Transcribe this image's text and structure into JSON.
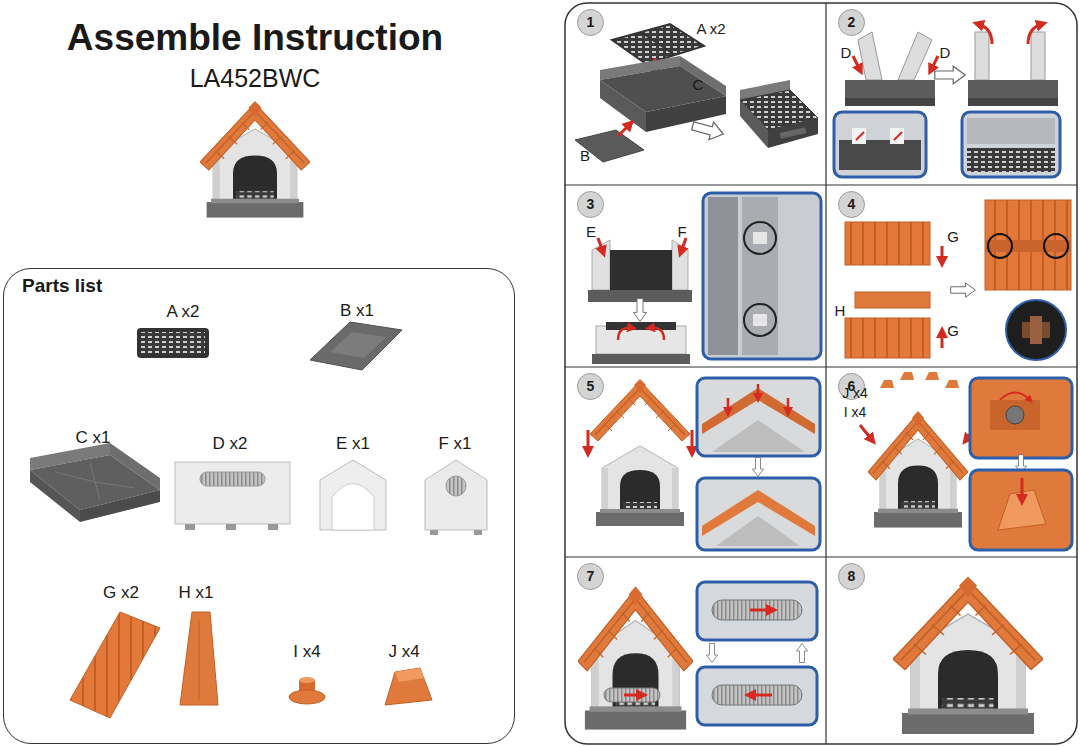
{
  "diagram": {
    "title": "Assemble Instruction",
    "nodes": [
      {
        "text": [
          "Parts list"
        ]
      },
      {
        "text": [
          "1"
        ]
      },
      {
        "text": [
          "2"
        ]
      },
      {
        "text": [
          "3"
        ]
      },
      {
        "text": [
          "4"
        ]
      },
      {
        "text": [
          "5"
        ]
      },
      {
        "text": [
          "6"
        ]
      },
      {
        "text": [
          "7"
        ]
      },
      {
        "text": [
          "8"
        ]
      }
    ],
    "labels": [
      "LA452BWC",
      "A x2",
      "B x1",
      "C x1",
      "D x2",
      "E x1",
      "F x1",
      "G x2",
      "H x1",
      "I x4",
      "J x4",
      "A x2",
      "C",
      "B",
      "D",
      "D",
      "E",
      "F",
      "G",
      "H",
      "G",
      "J x4",
      "I x4"
    ]
  }
}
